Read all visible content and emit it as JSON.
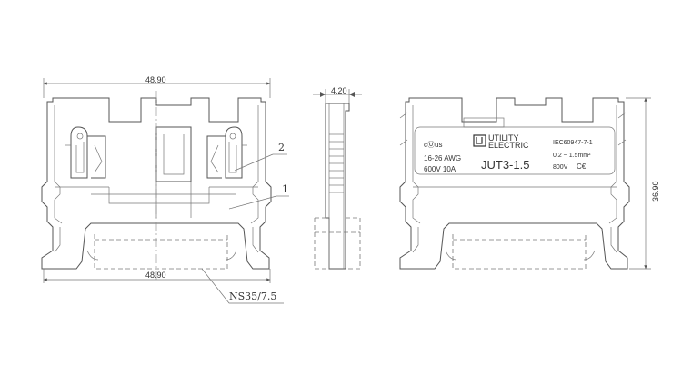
{
  "dimensions": {
    "front_width_top": "48.90",
    "front_width_bottom": "48.90",
    "side_width": "4.20",
    "height": "36.90"
  },
  "callouts": {
    "part_1": "1",
    "part_2": "2",
    "rail": "NS35/7.5"
  },
  "label": {
    "cert_mark": "cⓊus",
    "wire_range": "16-26 AWG",
    "rating_us": "600V  10A",
    "brand_line1": "UTILITY",
    "brand_line2": "ELECTRIC",
    "model": "JUT3-1.5",
    "standard": "IEC60947-7-1",
    "cross_section": "0.2 ~ 1.5mm²",
    "rating_iec": "800V",
    "ce_mark": "C€"
  }
}
